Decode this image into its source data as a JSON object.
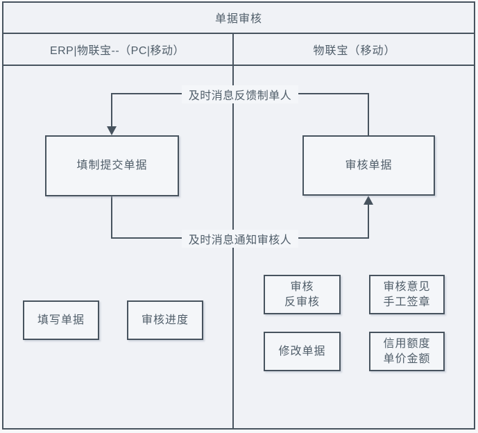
{
  "title": "单据审核",
  "columns": {
    "left": "ERP|物联宝--（PC|移动）",
    "right": "物联宝（移动）"
  },
  "connectors": {
    "feedback_label": "及时消息反馈制单人",
    "notify_label": "及时消息通知审核人"
  },
  "nodes": {
    "fill_submit": "填制提交单据",
    "review_doc": "审核单据",
    "fill_doc": "填写单据",
    "review_progress": "审核进度",
    "review_unreview_line1": "审核",
    "review_unreview_line2": "反审核",
    "opinion_line1": "审核意见",
    "opinion_line2": "手工签章",
    "modify_doc": "修改单据",
    "credit_line1": "信用额度",
    "credit_line2": "单价金额"
  },
  "colors": {
    "line": "#47535e",
    "text": "#4f5d69",
    "diagram_background": "#f0f2f6",
    "node_fill": "#f4f6f9"
  }
}
